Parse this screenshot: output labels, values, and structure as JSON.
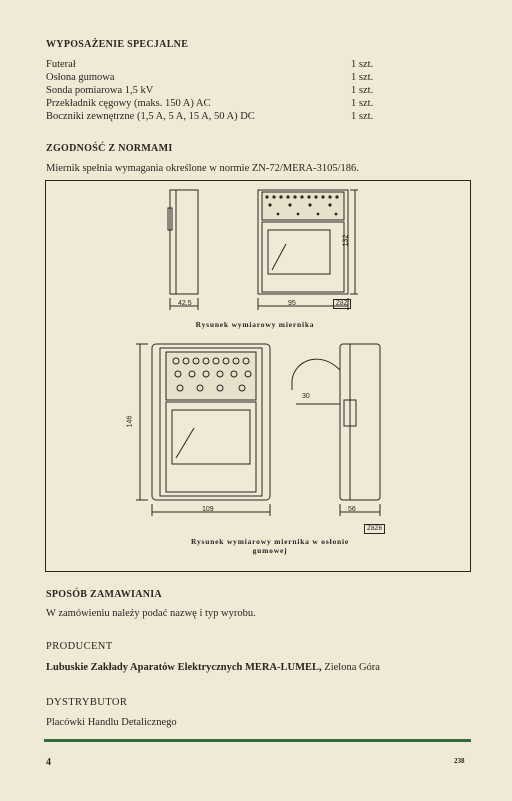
{
  "spec": {
    "title": "WYPOSAŻENIE SPECJALNE",
    "items": [
      {
        "name": "Futerał",
        "qty": "1 szt."
      },
      {
        "name": "Osłona gumowa",
        "qty": "1 szt."
      },
      {
        "name": "Sonda pomiarowa 1,5 kV",
        "qty": "1 szt."
      },
      {
        "name": "Przekładnik cęgowy (maks. 150 A) AC",
        "qty": "1 szt."
      },
      {
        "name": "Boczniki zewnętrzne (1,5 A, 5 A, 15 A, 50 A) DC",
        "qty": "1 szt."
      }
    ]
  },
  "norms": {
    "title": "ZGODNOŚĆ Z NORMAMI",
    "text": "Miernik spełnia wymagania określone w normie ZN-72/MERA-3105/186."
  },
  "drawing1": {
    "dims": {
      "depth": "42,5",
      "width": "95",
      "height": "132"
    },
    "code": "Z8Z",
    "caption": "Rysunek wymiarowy miernika"
  },
  "drawing2": {
    "dims": {
      "height": "146",
      "width": "109",
      "probe": "30",
      "depth": "56"
    },
    "code": "Z8Z6",
    "caption_line1": "Rysunek wymiarowy miernika w osłonie",
    "caption_line2": "gumowej"
  },
  "order": {
    "title": "SPOSÓB ZAMAWIANIA",
    "text": "W zamówieniu należy podać nazwę i typ wyrobu."
  },
  "producer": {
    "title": "PRODUCENT",
    "name": "Lubuskie Zakłady Aparatów Elektrycznych MERA-LUMEL,",
    "city": " Zielona Góra"
  },
  "distributor": {
    "title": "DYSTRYBUTOR",
    "text": "Placówki Handlu Detalicznego"
  },
  "footer": {
    "left": "4",
    "right": "238"
  },
  "colors": {
    "rule": "#2f6b3c",
    "paper": "#efe9d6"
  }
}
